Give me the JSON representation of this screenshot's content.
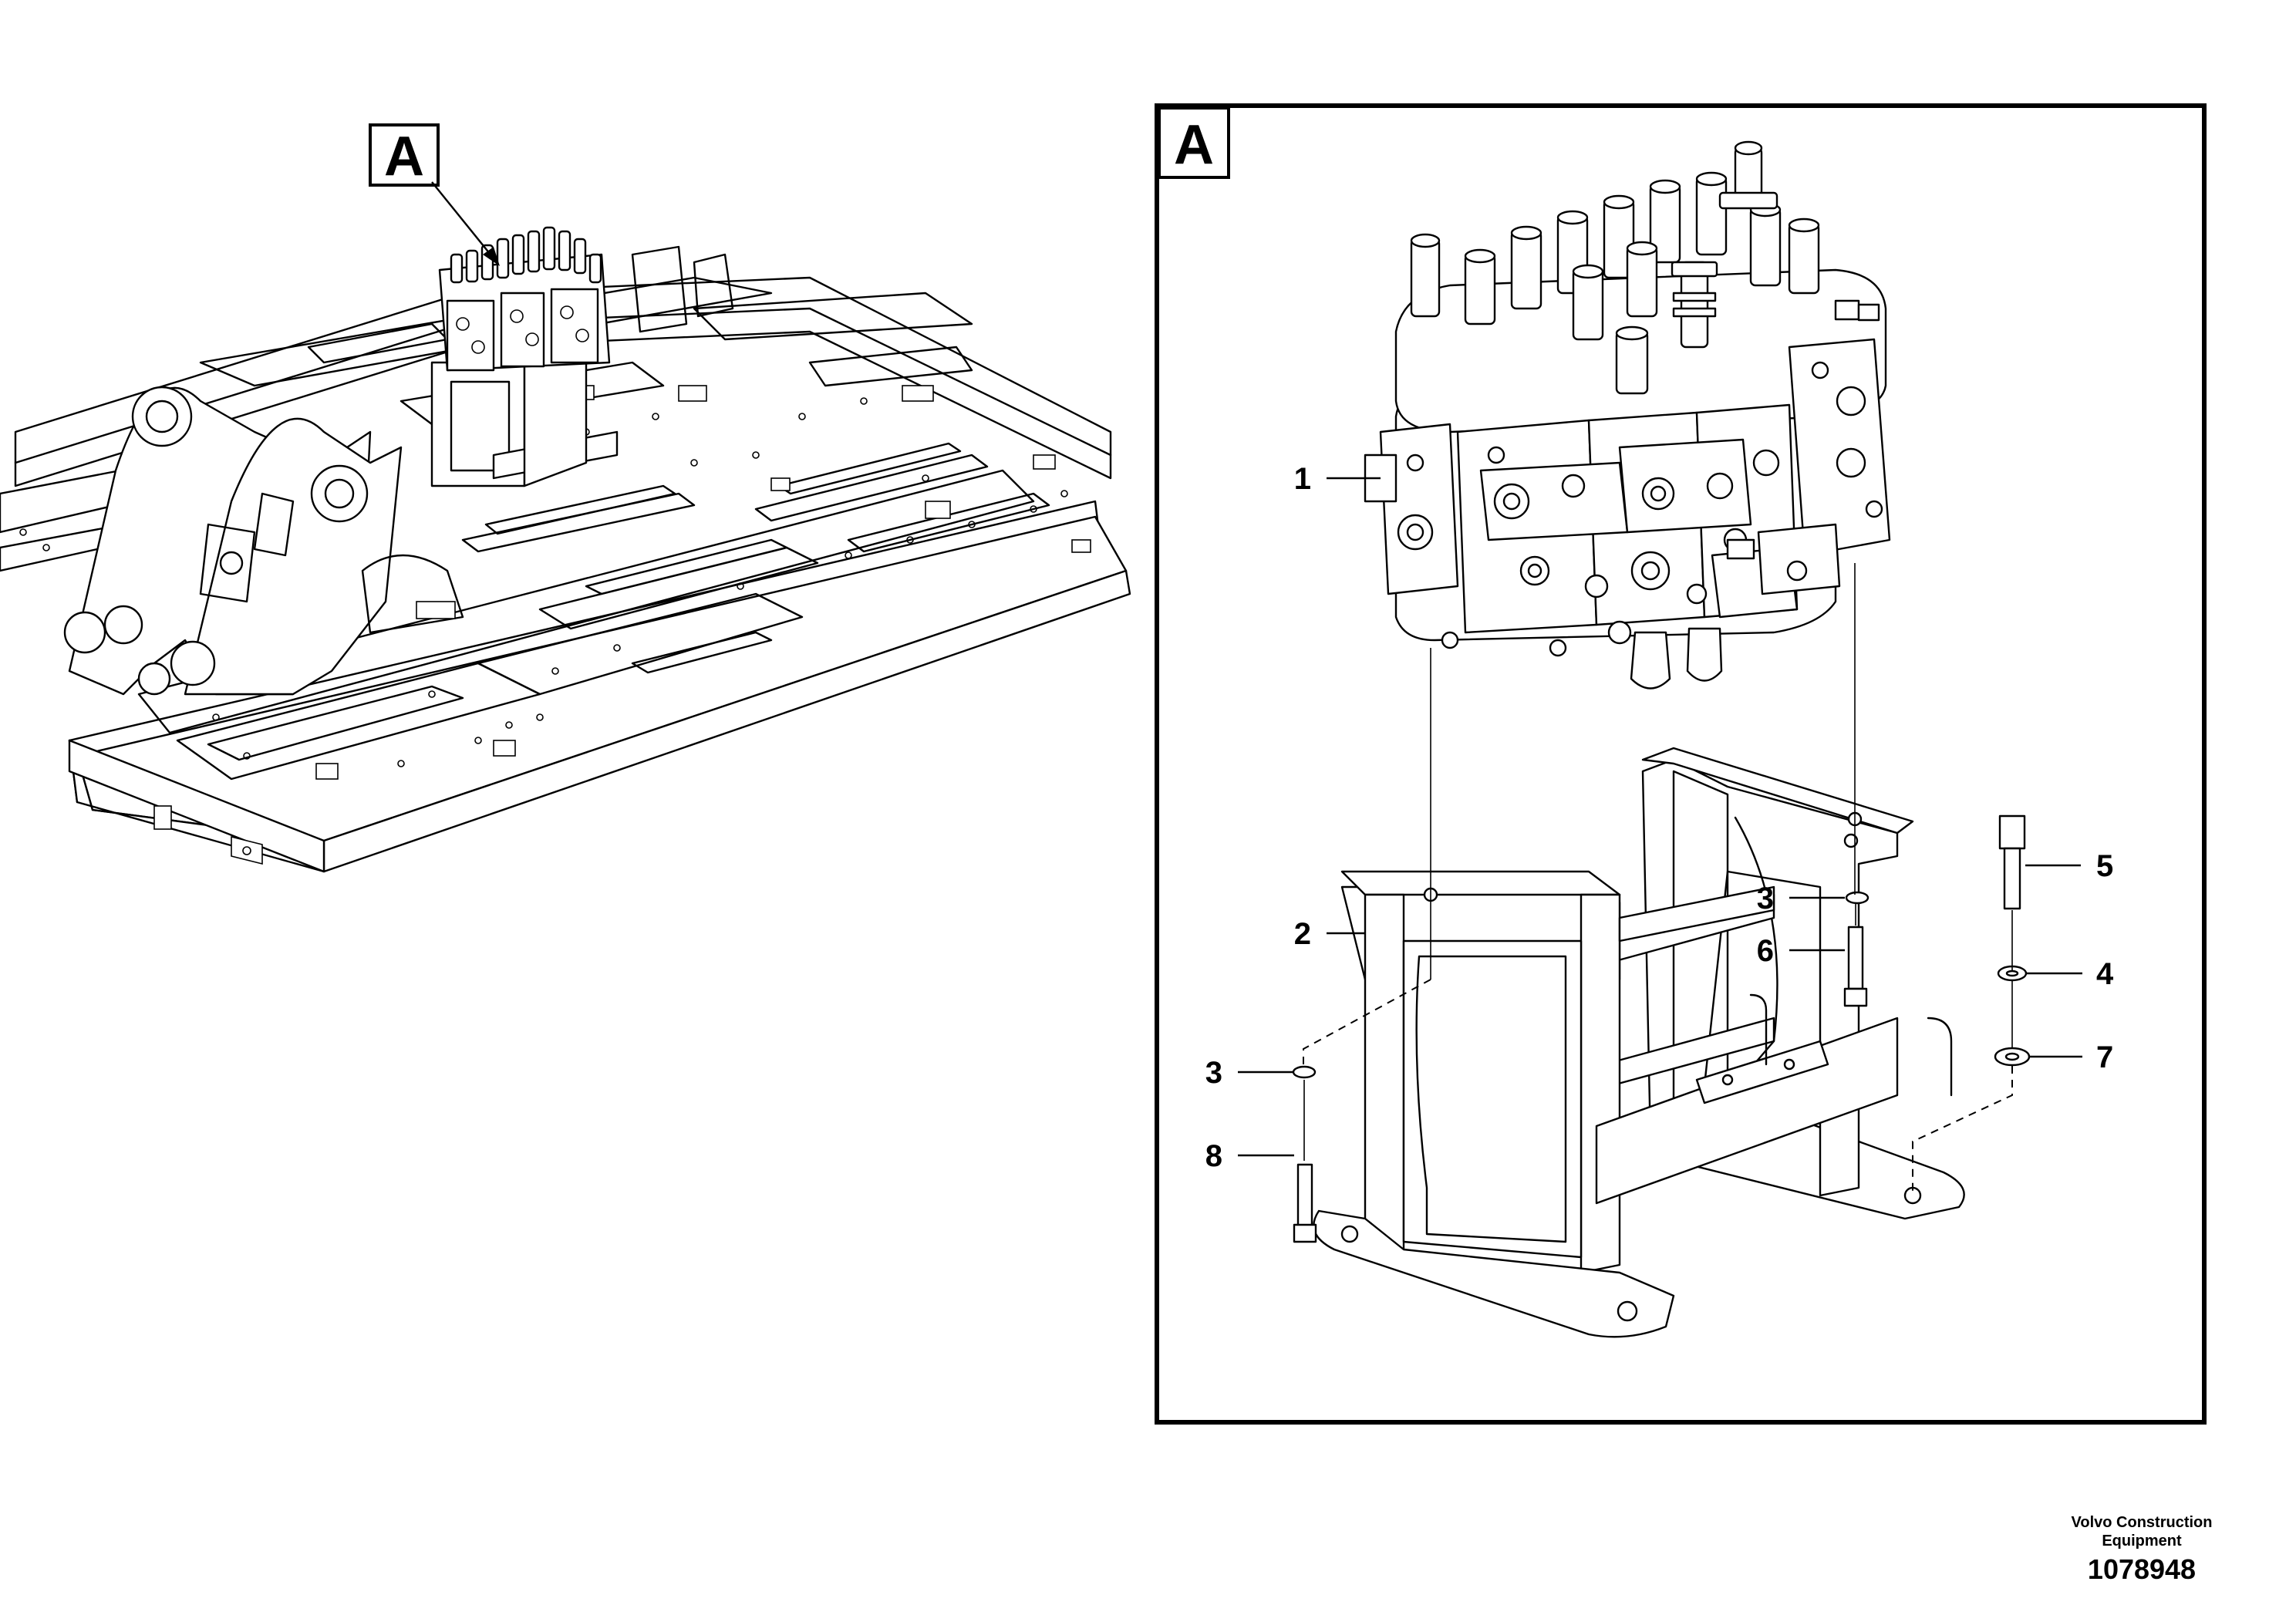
{
  "overview": {
    "callout_label": "A"
  },
  "detail": {
    "view_label": "A",
    "parts": [
      {
        "ref": "1"
      },
      {
        "ref": "2"
      },
      {
        "ref": "3"
      },
      {
        "ref": "3"
      },
      {
        "ref": "4"
      },
      {
        "ref": "5"
      },
      {
        "ref": "6"
      },
      {
        "ref": "7"
      },
      {
        "ref": "8"
      }
    ]
  },
  "footer": {
    "brand_line1": "Volvo Construction",
    "brand_line2": "Equipment",
    "document_number": "1078948"
  }
}
